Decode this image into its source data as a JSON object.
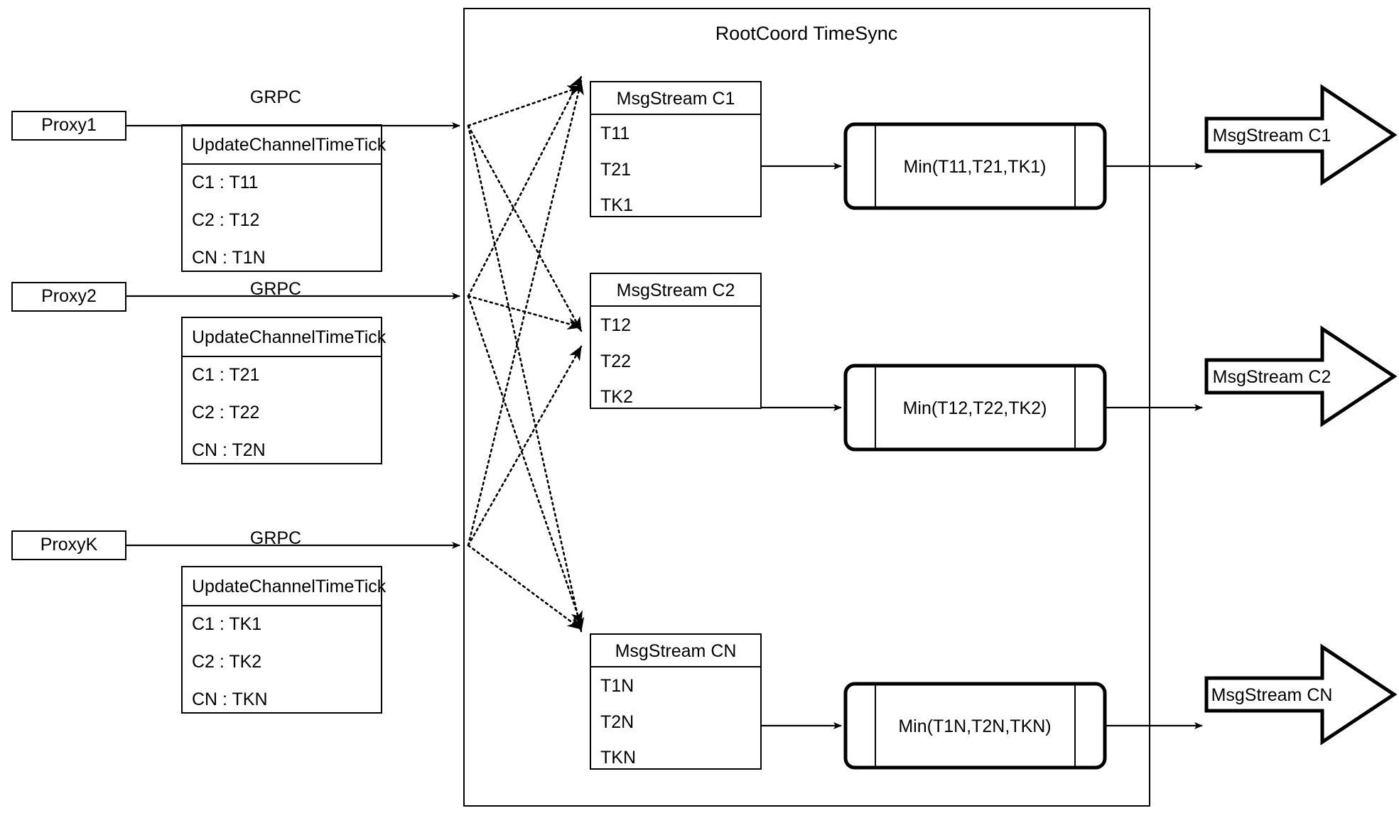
{
  "diagram": {
    "title": "RootCoord TimeSync",
    "container_label": "RootCoord TimeSync",
    "colors": {
      "stroke": "#000000",
      "fill": "#ffffff",
      "background": "#ffffff"
    },
    "proxies": [
      {
        "id": "proxy1",
        "name": "Proxy1",
        "link_label": "GRPC",
        "table": {
          "header": "UpdateChannelTimeTick",
          "rows": [
            "C1 :  T11",
            "C2 :  T12",
            "CN : T1N"
          ]
        }
      },
      {
        "id": "proxy2",
        "name": "Proxy2",
        "link_label": "GRPC",
        "table": {
          "header": "UpdateChannelTimeTick",
          "rows": [
            "C1 :  T21",
            "C2 :  T22",
            "CN : T2N"
          ]
        }
      },
      {
        "id": "proxyK",
        "name": "ProxyK",
        "link_label": "GRPC",
        "table": {
          "header": "UpdateChannelTimeTick",
          "rows": [
            "C1 :  TK1",
            "C2 :  TK2",
            "CN : TKN"
          ]
        }
      }
    ],
    "channels": [
      {
        "id": "c1",
        "msgstream": {
          "header": "MsgStream C1",
          "rows": [
            "T11",
            "T21",
            "TK1"
          ]
        },
        "process": "Min(T11,T21,TK1)",
        "output": "MsgStream C1"
      },
      {
        "id": "c2",
        "msgstream": {
          "header": "MsgStream C2",
          "rows": [
            "T12",
            "T22",
            "TK2"
          ]
        },
        "process": "Min(T12,T22,TK2)",
        "output": "MsgStream C2"
      },
      {
        "id": "cn",
        "msgstream": {
          "header": "MsgStream CN",
          "rows": [
            "T1N",
            "T2N",
            "TKN"
          ]
        },
        "process": "Min(T1N,T2N,TKN)",
        "output": "MsgStream CN"
      }
    ]
  }
}
